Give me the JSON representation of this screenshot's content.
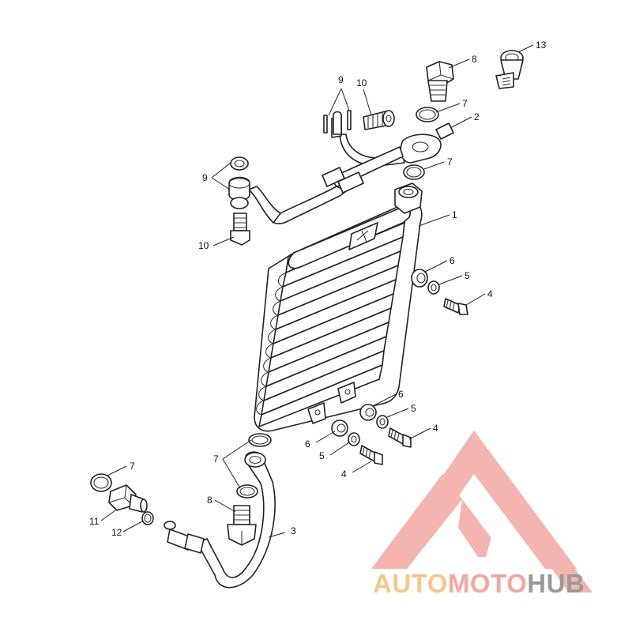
{
  "diagram": {
    "callouts": {
      "c1": "1",
      "c2": "2",
      "c3": "3",
      "c4a": "4",
      "c4b": "4",
      "c4c": "4",
      "c5a": "5",
      "c5b": "5",
      "c5c": "5",
      "c6a": "6",
      "c6b": "6",
      "c6c": "6",
      "c7a": "7",
      "c7b": "7",
      "c7c": "7",
      "c7d": "7",
      "c8a": "8",
      "c8b": "8",
      "c9a": "9",
      "c9b": "9",
      "c10a": "10",
      "c10b": "10",
      "c11": "11",
      "c12": "12",
      "c13": "13"
    }
  },
  "watermark": {
    "word_auto": "AUTO",
    "word_moto": "MOTO",
    "word_hub": "HUB",
    "colors": {
      "auto": "#f3c98a",
      "moto": "#f2a8a2",
      "hub": "#9a9a9a",
      "emblem": "#f3a7a2"
    }
  }
}
